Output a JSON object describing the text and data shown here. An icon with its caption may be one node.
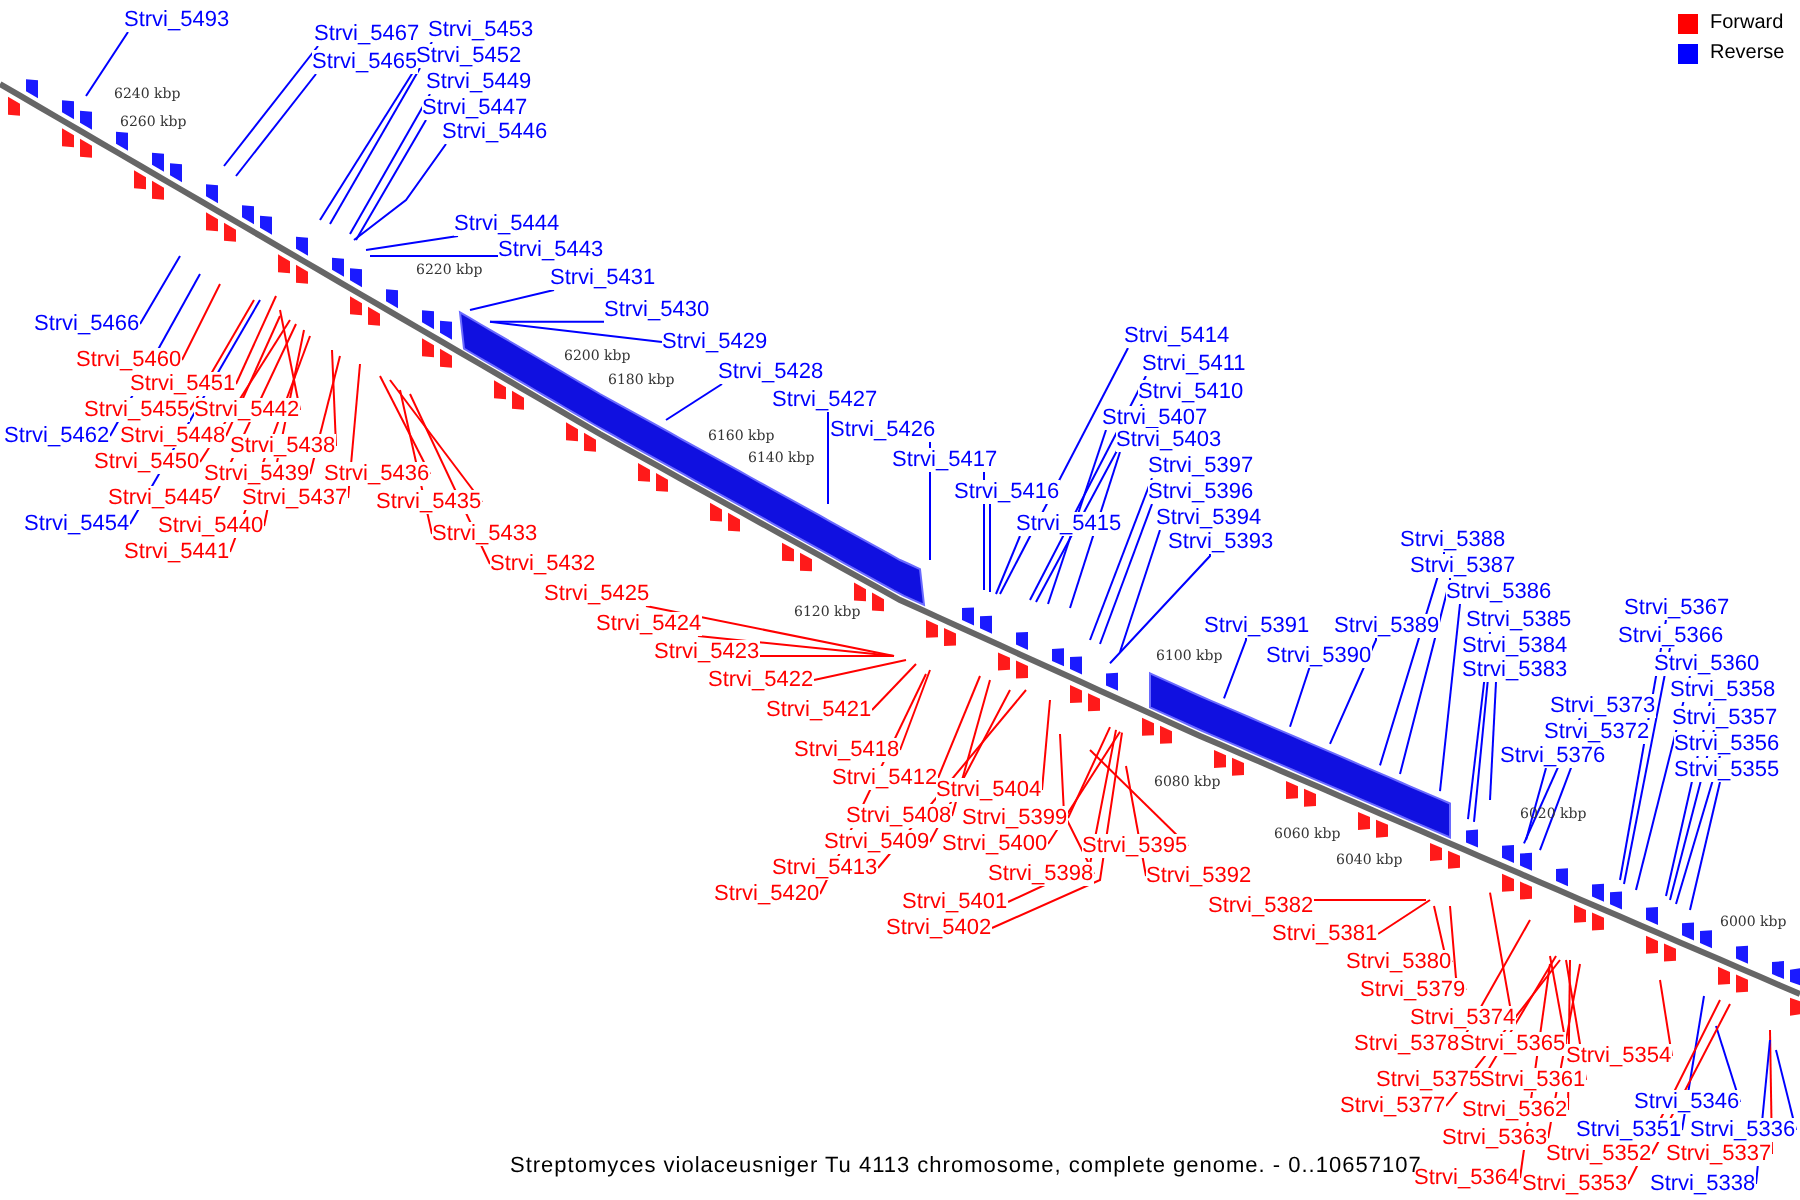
{
  "diagram": {
    "caption": "Streptomyces violaceusniger Tu 4113 chromosome, complete genome. - 0..10657107",
    "nodes": [
      {
        "text": [
          "Strvi_5493"
        ]
      },
      {
        "text": [
          "Strvi_5467"
        ]
      },
      {
        "text": [
          "Strvi_5465"
        ]
      },
      {
        "text": [
          "Strvi_5453"
        ]
      },
      {
        "text": [
          "Strvi_5452"
        ]
      },
      {
        "text": [
          "Strvi_5449"
        ]
      },
      {
        "text": [
          "Strvi_5447"
        ]
      },
      {
        "text": [
          "Strvi_5446"
        ]
      },
      {
        "text": [
          "Strvi_5444"
        ]
      },
      {
        "text": [
          "Strvi_5443"
        ]
      },
      {
        "text": [
          "Strvi_5431"
        ]
      },
      {
        "text": [
          "Strvi_5430"
        ]
      },
      {
        "text": [
          "Strvi_5429"
        ]
      },
      {
        "text": [
          "Strvi_5466"
        ]
      },
      {
        "text": [
          "Strvi_5460"
        ]
      },
      {
        "text": [
          "Strvi_5428"
        ]
      },
      {
        "text": [
          "Strvi_5451"
        ]
      },
      {
        "text": [
          "Strvi_5455"
        ]
      },
      {
        "text": [
          "Strvi_5442"
        ]
      },
      {
        "text": [
          "Strvi_5427"
        ]
      },
      {
        "text": [
          "Strvi_5462"
        ]
      },
      {
        "text": [
          "Strvi_5448"
        ]
      },
      {
        "text": [
          "Strvi_5438"
        ]
      },
      {
        "text": [
          "Strvi_5426"
        ]
      },
      {
        "text": [
          "Strvi_5450"
        ]
      },
      {
        "text": [
          "Strvi_5439"
        ]
      },
      {
        "text": [
          "Strvi_5436"
        ]
      },
      {
        "text": [
          "Strvi_5417"
        ]
      },
      {
        "text": [
          "Strvi_5445"
        ]
      },
      {
        "text": [
          "Strvi_5437"
        ]
      },
      {
        "text": [
          "Strvi_5435"
        ]
      },
      {
        "text": [
          "Strvi_5416"
        ]
      },
      {
        "text": [
          "Strvi_5454"
        ]
      },
      {
        "text": [
          "Strvi_5440"
        ]
      },
      {
        "text": [
          "Strvi_5415"
        ]
      },
      {
        "text": [
          "Strvi_5441"
        ]
      },
      {
        "text": [
          "Strvi_5433"
        ]
      },
      {
        "text": [
          "Strvi_5432"
        ]
      },
      {
        "text": [
          "Strvi_5425"
        ]
      },
      {
        "text": [
          "Strvi_5424"
        ]
      },
      {
        "text": [
          "Strvi_5423"
        ]
      },
      {
        "text": [
          "Strvi_5422"
        ]
      },
      {
        "text": [
          "Strvi_5421"
        ]
      },
      {
        "text": [
          "Strvi_5418"
        ]
      },
      {
        "text": [
          "Strvi_5412"
        ]
      },
      {
        "text": [
          "Strvi_5408"
        ]
      },
      {
        "text": [
          "Strvi_5409"
        ]
      },
      {
        "text": [
          "Strvi_5413"
        ]
      },
      {
        "text": [
          "Strvi_5420"
        ]
      },
      {
        "text": [
          "Strvi_5414"
        ]
      },
      {
        "text": [
          "Strvi_5411"
        ]
      },
      {
        "text": [
          "Strvi_5410"
        ]
      },
      {
        "text": [
          "Strvi_5407"
        ]
      },
      {
        "text": [
          "Strvi_5403"
        ]
      },
      {
        "text": [
          "Strvi_5397"
        ]
      },
      {
        "text": [
          "Strvi_5396"
        ]
      },
      {
        "text": [
          "Strvi_5394"
        ]
      },
      {
        "text": [
          "Strvi_5393"
        ]
      },
      {
        "text": [
          "Strvi_5404"
        ]
      },
      {
        "text": [
          "Strvi_5399"
        ]
      },
      {
        "text": [
          "Strvi_5400"
        ]
      },
      {
        "text": [
          "Strvi_5398"
        ]
      },
      {
        "text": [
          "Strvi_5401"
        ]
      },
      {
        "text": [
          "Strvi_5402"
        ]
      },
      {
        "text": [
          "Strvi_5395"
        ]
      },
      {
        "text": [
          "Strvi_5392"
        ]
      },
      {
        "text": [
          "Strvi_5391"
        ]
      },
      {
        "text": [
          "Strvi_5390"
        ]
      },
      {
        "text": [
          "Strvi_5389"
        ]
      },
      {
        "text": [
          "Strvi_5388"
        ]
      },
      {
        "text": [
          "Strvi_5387"
        ]
      },
      {
        "text": [
          "Strvi_5386"
        ]
      },
      {
        "text": [
          "Strvi_5385"
        ]
      },
      {
        "text": [
          "Strvi_5384"
        ]
      },
      {
        "text": [
          "Strvi_5383"
        ]
      },
      {
        "text": [
          "Strvi_5373"
        ]
      },
      {
        "text": [
          "Strvi_5372"
        ]
      },
      {
        "text": [
          "Strvi_5376"
        ]
      },
      {
        "text": [
          "Strvi_5367"
        ]
      },
      {
        "text": [
          "Strvi_5366"
        ]
      },
      {
        "text": [
          "Strvi_5360"
        ]
      },
      {
        "text": [
          "Strvi_5358"
        ]
      },
      {
        "text": [
          "Strvi_5357"
        ]
      },
      {
        "text": [
          "Strvi_5356"
        ]
      },
      {
        "text": [
          "Strvi_5355"
        ]
      },
      {
        "text": [
          "Strvi_5382"
        ]
      },
      {
        "text": [
          "Strvi_5381"
        ]
      },
      {
        "text": [
          "Strvi_5380"
        ]
      },
      {
        "text": [
          "Strvi_5379"
        ]
      },
      {
        "text": [
          "Strvi_5374"
        ]
      },
      {
        "text": [
          "Strvi_5378"
        ]
      },
      {
        "text": [
          "Strvi_5365"
        ]
      },
      {
        "text": [
          "Strvi_5354"
        ]
      },
      {
        "text": [
          "Strvi_5375"
        ]
      },
      {
        "text": [
          "Strvi_5361"
        ]
      },
      {
        "text": [
          "Strvi_5377"
        ]
      },
      {
        "text": [
          "Strvi_5362"
        ]
      },
      {
        "text": [
          "Strvi_5346"
        ]
      },
      {
        "text": [
          "Strvi_5363"
        ]
      },
      {
        "text": [
          "Strvi_5351"
        ]
      },
      {
        "text": [
          "Strvi_5336"
        ]
      },
      {
        "text": [
          "Strvi_5352"
        ]
      },
      {
        "text": [
          "Strvi_5337"
        ]
      },
      {
        "text": [
          "Strvi_5364"
        ]
      },
      {
        "text": [
          "Strvi_5353"
        ]
      },
      {
        "text": [
          "Strvi_5338"
        ]
      }
    ],
    "edges": [
      {
        "from": 0,
        "to": null,
        "arrow": "none",
        "color": "#0000ff"
      },
      {
        "from": 1,
        "to": null,
        "arrow": "none",
        "color": "#0000ff"
      },
      {
        "from": 2,
        "to": null,
        "arrow": "none",
        "color": "#0000ff"
      },
      {
        "from": 3,
        "to": null,
        "arrow": "none",
        "color": "#0000ff"
      },
      {
        "from": 4,
        "to": null,
        "arrow": "none",
        "color": "#0000ff"
      },
      {
        "from": 5,
        "to": null,
        "arrow": "none",
        "color": "#0000ff"
      },
      {
        "from": 6,
        "to": null,
        "arrow": "none",
        "color": "#0000ff"
      },
      {
        "from": 7,
        "to": null,
        "arrow": "none",
        "color": "#0000ff"
      },
      {
        "from": 8,
        "to": null,
        "arrow": "none",
        "color": "#0000ff"
      },
      {
        "from": 9,
        "to": null,
        "arrow": "none",
        "color": "#0000ff"
      },
      {
        "from": 10,
        "to": null,
        "arrow": "none",
        "color": "#0000ff"
      },
      {
        "from": 11,
        "to": null,
        "arrow": "none",
        "color": "#0000ff"
      },
      {
        "from": 12,
        "to": null,
        "arrow": "none",
        "color": "#0000ff"
      },
      {
        "from": 13,
        "to": null,
        "arrow": "none",
        "color": "#0000ff"
      },
      {
        "from": 14,
        "to": null,
        "arrow": "none",
        "color": "#ff0000"
      },
      {
        "from": 15,
        "to": null,
        "arrow": "none",
        "color": "#0000ff"
      },
      {
        "from": 16,
        "to": null,
        "arrow": "none",
        "color": "#ff0000"
      },
      {
        "from": 17,
        "to": null,
        "arrow": "none",
        "color": "#ff0000"
      },
      {
        "from": 18,
        "to": null,
        "arrow": "none",
        "color": "#ff0000"
      },
      {
        "from": 19,
        "to": null,
        "arrow": "none",
        "color": "#0000ff"
      },
      {
        "from": 20,
        "to": null,
        "arrow": "none",
        "color": "#0000ff"
      },
      {
        "from": 21,
        "to": null,
        "arrow": "none",
        "color": "#ff0000"
      },
      {
        "from": 22,
        "to": null,
        "arrow": "none",
        "color": "#ff0000"
      },
      {
        "from": 23,
        "to": null,
        "arrow": "none",
        "color": "#0000ff"
      },
      {
        "from": 24,
        "to": null,
        "arrow": "none",
        "color": "#ff0000"
      },
      {
        "from": 25,
        "to": null,
        "arrow": "none",
        "color": "#ff0000"
      },
      {
        "from": 26,
        "to": null,
        "arrow": "none",
        "color": "#ff0000"
      },
      {
        "from": 27,
        "to": null,
        "arrow": "none",
        "color": "#0000ff"
      },
      {
        "from": 28,
        "to": null,
        "arrow": "none",
        "color": "#ff0000"
      },
      {
        "from": 29,
        "to": null,
        "arrow": "none",
        "color": "#ff0000"
      },
      {
        "from": 30,
        "to": null,
        "arrow": "none",
        "color": "#ff0000"
      },
      {
        "from": 31,
        "to": null,
        "arrow": "none",
        "color": "#0000ff"
      },
      {
        "from": 32,
        "to": null,
        "arrow": "none",
        "color": "#0000ff"
      },
      {
        "from": 33,
        "to": null,
        "arrow": "none",
        "color": "#ff0000"
      },
      {
        "from": 34,
        "to": null,
        "arrow": "none",
        "color": "#0000ff"
      },
      {
        "from": 35,
        "to": null,
        "arrow": "none",
        "color": "#ff0000"
      },
      {
        "from": 36,
        "to": null,
        "arrow": "none",
        "color": "#ff0000"
      },
      {
        "from": 37,
        "to": null,
        "arrow": "none",
        "color": "#ff0000"
      },
      {
        "from": 38,
        "to": null,
        "arrow": "none",
        "color": "#ff0000"
      },
      {
        "from": 39,
        "to": null,
        "arrow": "none",
        "color": "#ff0000"
      },
      {
        "from": 40,
        "to": null,
        "arrow": "none",
        "color": "#ff0000"
      },
      {
        "from": 41,
        "to": null,
        "arrow": "none",
        "color": "#ff0000"
      },
      {
        "from": 42,
        "to": null,
        "arrow": "none",
        "color": "#ff0000"
      },
      {
        "from": 43,
        "to": null,
        "arrow": "none",
        "color": "#ff0000"
      },
      {
        "from": 44,
        "to": null,
        "arrow": "none",
        "color": "#ff0000"
      },
      {
        "from": 45,
        "to": null,
        "arrow": "none",
        "color": "#ff0000"
      },
      {
        "from": 46,
        "to": null,
        "arrow": "none",
        "color": "#ff0000"
      },
      {
        "from": 47,
        "to": null,
        "arrow": "none",
        "color": "#ff0000"
      },
      {
        "from": 48,
        "to": null,
        "arrow": "none",
        "color": "#ff0000"
      },
      {
        "from": 49,
        "to": null,
        "arrow": "none",
        "color": "#0000ff"
      },
      {
        "from": 50,
        "to": null,
        "arrow": "none",
        "color": "#0000ff"
      },
      {
        "from": 51,
        "to": null,
        "arrow": "none",
        "color": "#0000ff"
      },
      {
        "from": 52,
        "to": null,
        "arrow": "none",
        "color": "#0000ff"
      },
      {
        "from": 53,
        "to": null,
        "arrow": "none",
        "color": "#0000ff"
      },
      {
        "from": 54,
        "to": null,
        "arrow": "none",
        "color": "#0000ff"
      },
      {
        "from": 55,
        "to": null,
        "arrow": "none",
        "color": "#0000ff"
      },
      {
        "from": 56,
        "to": null,
        "arrow": "none",
        "color": "#0000ff"
      },
      {
        "from": 57,
        "to": null,
        "arrow": "none",
        "color": "#0000ff"
      },
      {
        "from": 58,
        "to": null,
        "arrow": "none",
        "color": "#ff0000"
      },
      {
        "from": 59,
        "to": null,
        "arrow": "none",
        "color": "#ff0000"
      },
      {
        "from": 60,
        "to": null,
        "arrow": "none",
        "color": "#ff0000"
      },
      {
        "from": 61,
        "to": null,
        "arrow": "none",
        "color": "#ff0000"
      },
      {
        "from": 62,
        "to": null,
        "arrow": "none",
        "color": "#ff0000"
      },
      {
        "from": 63,
        "to": null,
        "arrow": "none",
        "color": "#ff0000"
      },
      {
        "from": 64,
        "to": null,
        "arrow": "none",
        "color": "#ff0000"
      },
      {
        "from": 65,
        "to": null,
        "arrow": "none",
        "color": "#ff0000"
      },
      {
        "from": 66,
        "to": null,
        "arrow": "none",
        "color": "#0000ff"
      },
      {
        "from": 67,
        "to": null,
        "arrow": "none",
        "color": "#0000ff"
      },
      {
        "from": 68,
        "to": null,
        "arrow": "none",
        "color": "#0000ff"
      },
      {
        "from": 69,
        "to": null,
        "arrow": "none",
        "color": "#0000ff"
      },
      {
        "from": 70,
        "to": null,
        "arrow": "none",
        "color": "#0000ff"
      },
      {
        "from": 71,
        "to": null,
        "arrow": "none",
        "color": "#0000ff"
      },
      {
        "from": 72,
        "to": null,
        "arrow": "none",
        "color": "#0000ff"
      },
      {
        "from": 73,
        "to": null,
        "arrow": "none",
        "color": "#0000ff"
      },
      {
        "from": 74,
        "to": null,
        "arrow": "none",
        "color": "#0000ff"
      },
      {
        "from": 75,
        "to": null,
        "arrow": "none",
        "color": "#0000ff"
      },
      {
        "from": 76,
        "to": null,
        "arrow": "none",
        "color": "#0000ff"
      },
      {
        "from": 77,
        "to": null,
        "arrow": "none",
        "color": "#0000ff"
      },
      {
        "from": 78,
        "to": null,
        "arrow": "none",
        "color": "#0000ff"
      },
      {
        "from": 79,
        "to": null,
        "arrow": "none",
        "color": "#0000ff"
      },
      {
        "from": 80,
        "to": null,
        "arrow": "none",
        "color": "#0000ff"
      },
      {
        "from": 81,
        "to": null,
        "arrow": "none",
        "color": "#0000ff"
      },
      {
        "from": 82,
        "to": null,
        "arrow": "none",
        "color": "#0000ff"
      },
      {
        "from": 83,
        "to": null,
        "arrow": "none",
        "color": "#0000ff"
      },
      {
        "from": 84,
        "to": null,
        "arrow": "none",
        "color": "#0000ff"
      },
      {
        "from": 85,
        "to": null,
        "arrow": "none",
        "color": "#ff0000"
      },
      {
        "from": 86,
        "to": null,
        "arrow": "none",
        "color": "#ff0000"
      },
      {
        "from": 87,
        "to": null,
        "arrow": "none",
        "color": "#ff0000"
      },
      {
        "from": 88,
        "to": null,
        "arrow": "none",
        "color": "#ff0000"
      },
      {
        "from": 89,
        "to": null,
        "arrow": "none",
        "color": "#ff0000"
      },
      {
        "from": 90,
        "to": null,
        "arrow": "none",
        "color": "#ff0000"
      },
      {
        "from": 91,
        "to": null,
        "arrow": "none",
        "color": "#ff0000"
      },
      {
        "from": 92,
        "to": null,
        "arrow": "none",
        "color": "#ff0000"
      },
      {
        "from": 93,
        "to": null,
        "arrow": "none",
        "color": "#ff0000"
      },
      {
        "from": 94,
        "to": null,
        "arrow": "none",
        "color": "#ff0000"
      },
      {
        "from": 95,
        "to": null,
        "arrow": "none",
        "color": "#ff0000"
      },
      {
        "from": 96,
        "to": null,
        "arrow": "none",
        "color": "#ff0000"
      },
      {
        "from": 97,
        "to": null,
        "arrow": "none",
        "color": "#0000ff"
      },
      {
        "from": 98,
        "to": null,
        "arrow": "none",
        "color": "#ff0000"
      },
      {
        "from": 99,
        "to": null,
        "arrow": "none",
        "color": "#0000ff"
      },
      {
        "from": 100,
        "to": null,
        "arrow": "none",
        "color": "#0000ff"
      },
      {
        "from": 101,
        "to": null,
        "arrow": "none",
        "color": "#ff0000"
      },
      {
        "from": 102,
        "to": null,
        "arrow": "none",
        "color": "#ff0000"
      },
      {
        "from": 103,
        "to": null,
        "arrow": "none",
        "color": "#ff0000"
      },
      {
        "from": 104,
        "to": null,
        "arrow": "none",
        "color": "#ff0000"
      },
      {
        "from": 105,
        "to": null,
        "arrow": "none",
        "color": "#0000ff"
      }
    ],
    "labels": [
      "6260 kbp",
      "6240 kbp",
      "6220 kbp",
      "6200 kbp",
      "6180 kbp",
      "6160 kbp",
      "6140 kbp",
      "6120 kbp",
      "6100 kbp",
      "6080 kbp",
      "6060 kbp",
      "6040 kbp",
      "6020 kbp",
      "6000 kbp"
    ],
    "legend": [
      {
        "text": "Forward",
        "color": "#ff0000"
      },
      {
        "text": "Reverse",
        "color": "#0000ff"
      }
    ]
  }
}
